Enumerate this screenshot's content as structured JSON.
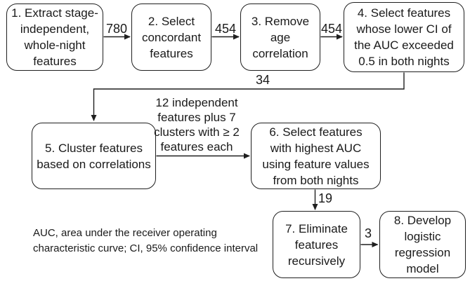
{
  "diagram": {
    "type": "flowchart",
    "boxes": [
      {
        "step": 1,
        "label": "1. Extract stage-independent, whole-night features"
      },
      {
        "step": 2,
        "label": "2. Select concordant features"
      },
      {
        "step": 3,
        "label": "3. Remove age correlation"
      },
      {
        "step": 4,
        "label": "4. Select features whose lower CI of the AUC exceeded 0.5 in both nights"
      },
      {
        "step": 5,
        "label": "5. Cluster features based on correlations"
      },
      {
        "step": 6,
        "label": "6. Select features with highest AUC using feature values from both nights"
      },
      {
        "step": 7,
        "label": "7. Eliminate features recursively"
      },
      {
        "step": 8,
        "label": "8. Develop logistic regression model"
      }
    ],
    "flow_labels": [
      {
        "from": 1,
        "to": 2,
        "value": "780"
      },
      {
        "from": 2,
        "to": 3,
        "value": "454"
      },
      {
        "from": 3,
        "to": 4,
        "value": "454"
      },
      {
        "from": 4,
        "to": 5,
        "value": "34"
      },
      {
        "from": 5,
        "to": 6,
        "value": "12 independent features plus 7 clusters with ≥ 2 features each"
      },
      {
        "from": 6,
        "to": 7,
        "value": "19"
      },
      {
        "from": 7,
        "to": 8,
        "value": "3"
      }
    ],
    "footnote": "AUC, area under the receiver operating characteristic curve; CI, 95% confidence interval",
    "colors": {
      "background": "#ffffff",
      "line": "#1f1f1f",
      "text": "#1a1a1a"
    }
  }
}
